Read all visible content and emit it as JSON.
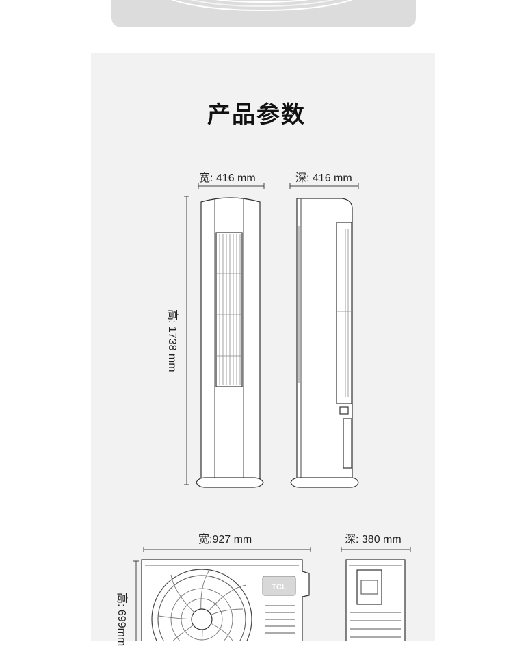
{
  "title": "产品参数",
  "indoor": {
    "width_label": "宽: 416 mm",
    "depth_label": "深: 416 mm",
    "height_label": "高: 1738 mm"
  },
  "outdoor": {
    "width_label": "宽:927 mm",
    "depth_label": "深: 380 mm",
    "height_label": "高: 699mm",
    "brand": "TCL"
  }
}
